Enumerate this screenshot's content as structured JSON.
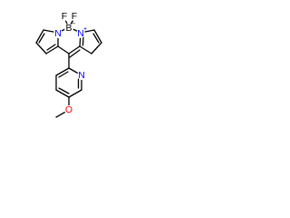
{
  "atoms": {
    "f1": {
      "symbol": "F",
      "color": "#000000"
    },
    "f2": {
      "symbol": "F",
      "color": "#000000"
    },
    "b": {
      "symbol": "B",
      "charge": "−",
      "color": "#000000"
    },
    "n1": {
      "symbol": "N",
      "color": "#0000ff"
    },
    "n2": {
      "symbol": "N",
      "charge": "+",
      "color": "#0000ff"
    },
    "n3": {
      "symbol": "N",
      "color": "#0000ff"
    },
    "o": {
      "symbol": "O",
      "color": "#ff0000"
    }
  },
  "colors": {
    "bond": "#000000",
    "background": "#ffffff"
  }
}
